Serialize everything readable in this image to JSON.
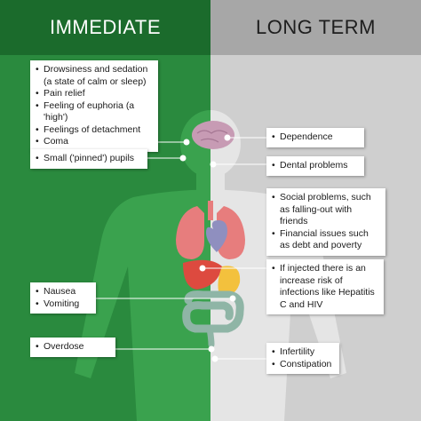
{
  "headers": {
    "immediate": "IMMEDIATE",
    "long_term": "LONG TERM"
  },
  "colors": {
    "immediate_panel": "#2a8a3e",
    "immediate_header": "#1b6b2c",
    "long_term_panel": "#cfcfcf",
    "long_term_header": "#a7a7a7",
    "body_silhouette_left": "#3aa24e",
    "body_silhouette_right": "#e5e5e5"
  },
  "immediate": {
    "mental_effects": [
      "Drowsiness and sedation (a state of calm or sleep)",
      "Pain relief",
      "Feeling of euphoria (a 'high')",
      "Feelings of detachment",
      "Coma"
    ],
    "eyes": [
      "Small ('pinned') pupils"
    ],
    "stomach": [
      "Nausea",
      "Vomiting"
    ],
    "overdose": [
      "Overdose"
    ]
  },
  "long_term": {
    "brain": [
      "Dependence"
    ],
    "mouth": [
      "Dental problems"
    ],
    "social": [
      "Social problems, such as falling-out with friends",
      "Financial issues such as debt and poverty"
    ],
    "injection": [
      "If injected there is an increase risk of infections like Hepatitis C and HIV"
    ],
    "reproductive": [
      "Infertility",
      "Constipation"
    ]
  }
}
